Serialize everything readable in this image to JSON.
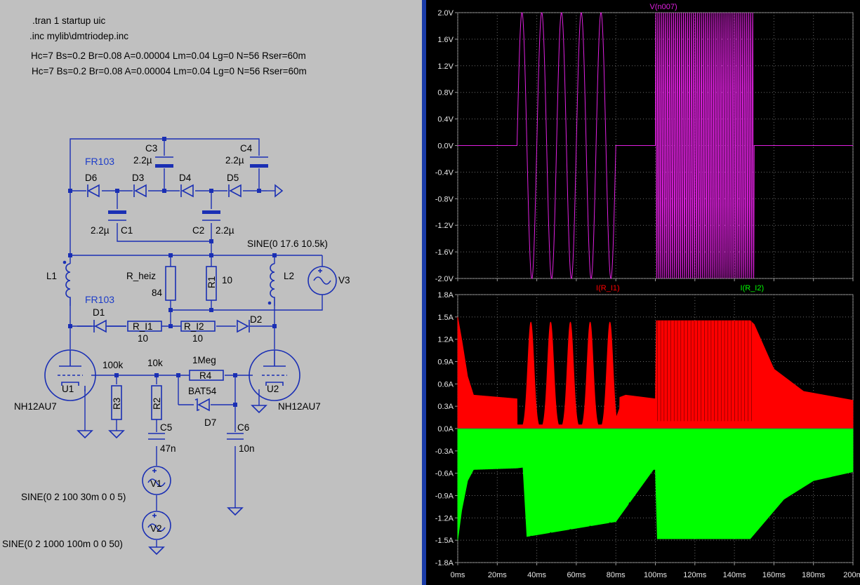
{
  "directives": {
    "tran": ".tran 1 startup uic",
    "inc": ".inc mylib\\dmtriodep.inc",
    "core1": "Hc=7 Bs=0.2 Br=0.08 A=0.00004 Lm=0.04 Lg=0 N=56 Rser=60m",
    "core2": "Hc=7 Bs=0.2 Br=0.08 A=0.00004 Lm=0.04 Lg=0 N=56 Rser=60m"
  },
  "schematic": {
    "fr103_top": "FR103",
    "fr103_mid": "FR103",
    "C3": "C3",
    "C3_val": "2.2µ",
    "C4": "C4",
    "C4_val": "2.2µ",
    "C1": "C1",
    "C1_val": "2.2µ",
    "C2": "C2",
    "C2_val": "2.2µ",
    "D6": "D6",
    "D3": "D3",
    "D4": "D4",
    "D5": "D5",
    "D1": "D1",
    "D2": "D2",
    "D7": "D7",
    "D7_model": "BAT54",
    "L1": "L1",
    "L2": "L2",
    "R_heiz": "R_heiz",
    "R_heiz_val": "84",
    "R1": "R1",
    "R1_val": "10",
    "V3": "V3",
    "V3_src": "SINE(0 17.6 10.5k)",
    "R_I1": "R_I1",
    "R_I1_val": "10",
    "R_I2": "R_I2",
    "R_I2_val": "10",
    "U1": "U1",
    "U1_model": "NH12AU7",
    "U2": "U2",
    "U2_model": "NH12AU7",
    "R3": "R3",
    "R3_val": "100k",
    "R2": "R2",
    "R2_val": "10k",
    "R4": "R4",
    "R4_val": "1Meg",
    "C5": "C5",
    "C5_val": "47n",
    "C6": "C6",
    "C6_val": "10n",
    "V1": "V1",
    "V1_src": "SINE(0 2 100 30m 0 0 5)",
    "V2": "V2",
    "V2_src": "SINE(0 2 1000 100m 0 0 50)"
  },
  "colors": {
    "voltage_trace": "#e020e0",
    "i1_trace": "#ff0000",
    "i2_trace": "#00ff00",
    "wire": "#1a2fb4"
  },
  "chart_data": [
    {
      "type": "line",
      "title": "V(n007)",
      "ylim": [
        -2.0,
        2.0
      ],
      "xlim_ms": [
        0,
        200
      ],
      "yticks": [
        "2.0V",
        "1.6V",
        "1.2V",
        "0.8V",
        "0.4V",
        "0.0V",
        "-0.4V",
        "-0.8V",
        "-1.2V",
        "-1.6V",
        "-2.0V"
      ],
      "series": [
        {
          "name": "V(n007)",
          "segments": [
            {
              "t_start_ms": 0,
              "t_end_ms": 30,
              "amplitude_V": 0,
              "freq_Hz": 0
            },
            {
              "t_start_ms": 30,
              "t_end_ms": 80,
              "amplitude_V": 2.0,
              "freq_Hz": 100
            },
            {
              "t_start_ms": 80,
              "t_end_ms": 100,
              "amplitude_V": 0,
              "freq_Hz": 0
            },
            {
              "t_start_ms": 100,
              "t_end_ms": 150,
              "amplitude_V": 2.0,
              "freq_Hz": 1000
            },
            {
              "t_start_ms": 150,
              "t_end_ms": 200,
              "amplitude_V": 0,
              "freq_Hz": 0
            }
          ]
        }
      ]
    },
    {
      "type": "area",
      "ylim": [
        -1.8,
        1.8
      ],
      "xlim_ms": [
        0,
        200
      ],
      "yticks": [
        "1.8A",
        "1.5A",
        "1.2A",
        "0.9A",
        "0.6A",
        "0.3A",
        "0.0A",
        "-0.3A",
        "-0.6A",
        "-0.9A",
        "-1.2A",
        "-1.5A",
        "-1.8A"
      ],
      "xticks": [
        "0ms",
        "20ms",
        "40ms",
        "60ms",
        "80ms",
        "100ms",
        "120ms",
        "140ms",
        "160ms",
        "180ms",
        "200m"
      ],
      "series": [
        {
          "name": "I(R_I1)",
          "envelope_max_A": [
            [
              0,
              1.5
            ],
            [
              2,
              1.2
            ],
            [
              5,
              0.7
            ],
            [
              8,
              0.45
            ],
            [
              30,
              0.4
            ],
            [
              80,
              0.4
            ],
            [
              85,
              0.45
            ],
            [
              100,
              0.4
            ],
            [
              100.5,
              1.45
            ],
            [
              148,
              1.45
            ],
            [
              150,
              1.4
            ],
            [
              160,
              0.8
            ],
            [
              175,
              0.5
            ],
            [
              200,
              0.38
            ]
          ],
          "pulses_A": [
            {
              "t_ms": 37,
              "peak": 1.43
            },
            {
              "t_ms": 47,
              "peak": 1.43
            },
            {
              "t_ms": 57,
              "peak": 1.43
            },
            {
              "t_ms": 67,
              "peak": 1.43
            },
            {
              "t_ms": 77,
              "peak": 1.43
            }
          ],
          "envelope_min_A": 0
        },
        {
          "name": "I(R_I2)",
          "envelope_min_A": [
            [
              0,
              -1.5
            ],
            [
              2,
              -1.1
            ],
            [
              5,
              -0.7
            ],
            [
              8,
              -0.55
            ],
            [
              30,
              -0.53
            ],
            [
              33,
              -0.52
            ],
            [
              35,
              -1.45
            ],
            [
              80,
              -1.25
            ],
            [
              99,
              -0.55
            ],
            [
              100,
              -0.55
            ],
            [
              101,
              -1.48
            ],
            [
              148,
              -1.48
            ],
            [
              165,
              -0.95
            ],
            [
              180,
              -0.7
            ],
            [
              200,
              -0.58
            ]
          ],
          "envelope_max_A": 0
        }
      ]
    }
  ]
}
